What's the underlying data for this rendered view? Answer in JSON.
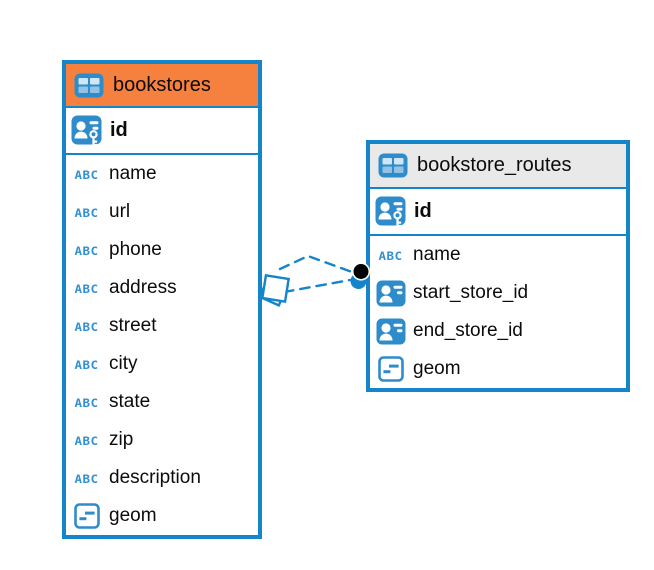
{
  "app": {
    "view_name": "database-diagram"
  },
  "colors": {
    "accent_blue": "#1485CB",
    "icon_blue": "#2F8CCB",
    "selected_header_orange": "#F6813E",
    "unselected_header_gray": "#E9E9E9",
    "canvas_background": "#FFFFFF",
    "text": "#0B0B0B",
    "dot_marker_black": "#000000"
  },
  "icons": {
    "text_type_label": "ABC"
  },
  "tables": [
    {
      "title": "bookstores",
      "selected": true,
      "primary_key": {
        "name": "id",
        "type_icon": "primary-key-user-icon"
      },
      "columns": [
        {
          "name": "name",
          "type_icon": "text-type-icon"
        },
        {
          "name": "url",
          "type_icon": "text-type-icon"
        },
        {
          "name": "phone",
          "type_icon": "text-type-icon"
        },
        {
          "name": "address",
          "type_icon": "text-type-icon"
        },
        {
          "name": "street",
          "type_icon": "text-type-icon"
        },
        {
          "name": "city",
          "type_icon": "text-type-icon"
        },
        {
          "name": "state",
          "type_icon": "text-type-icon"
        },
        {
          "name": "zip",
          "type_icon": "text-type-icon"
        },
        {
          "name": "description",
          "type_icon": "text-type-icon"
        },
        {
          "name": "geom",
          "type_icon": "geometry-type-icon"
        }
      ]
    },
    {
      "title": "bookstore_routes",
      "selected": false,
      "primary_key": {
        "name": "id",
        "type_icon": "primary-key-user-icon"
      },
      "columns": [
        {
          "name": "name",
          "type_icon": "text-type-icon"
        },
        {
          "name": "start_store_id",
          "type_icon": "reference-user-icon"
        },
        {
          "name": "end_store_id",
          "type_icon": "reference-user-icon"
        },
        {
          "name": "geom",
          "type_icon": "geometry-type-icon"
        }
      ]
    }
  ],
  "relationship": {
    "from_table": "bookstores",
    "to_table": "bookstore_routes",
    "line_style": "dashed",
    "line_count": 2,
    "source_marker": "diamond",
    "target_marker": "dot"
  }
}
